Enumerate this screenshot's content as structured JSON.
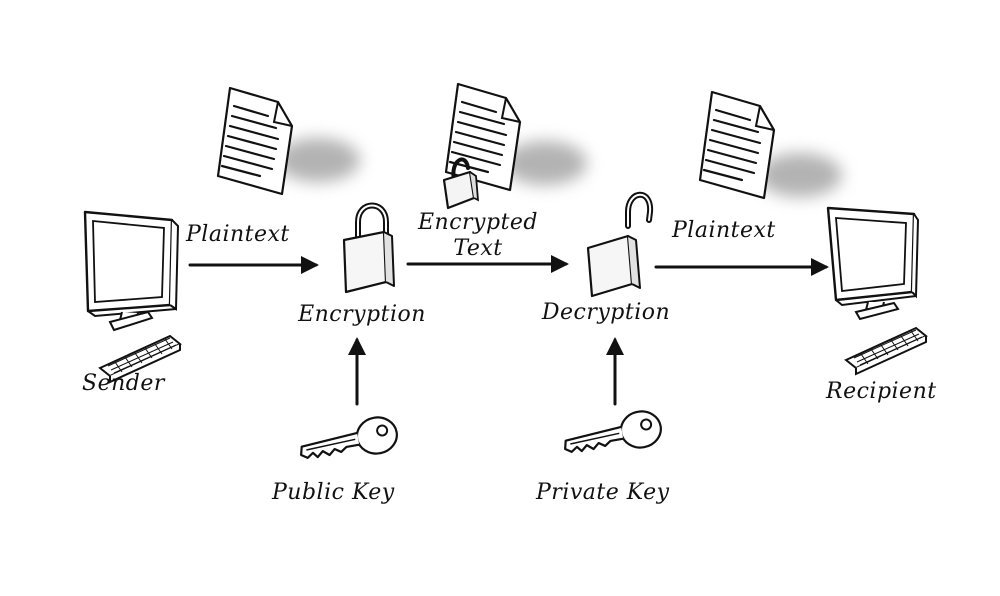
{
  "colors": {
    "ink": "#111111",
    "paper": "#ffffff",
    "shadow": "#9a9a9a",
    "padlock_fill": "#f4f4f4"
  },
  "labels": {
    "sender": "Sender",
    "recipient": "Recipient",
    "plaintext_in": "Plaintext",
    "plaintext_out": "Plaintext",
    "encrypted_text_line1": "Encrypted",
    "encrypted_text_line2": "Text",
    "encryption": "Encryption",
    "decryption": "Decryption",
    "public_key": "Public Key",
    "private_key": "Private Key"
  },
  "icons": {
    "sender_computer": "computer-monitor-keyboard-icon",
    "recipient_computer": "computer-monitor-keyboard-icon",
    "documents": "document-icon",
    "encryption_lock": "closed-padlock-icon",
    "decryption_lock": "open-padlock-icon",
    "encrypted_doc_lock": "closed-padlock-icon",
    "keys": "key-icon"
  }
}
